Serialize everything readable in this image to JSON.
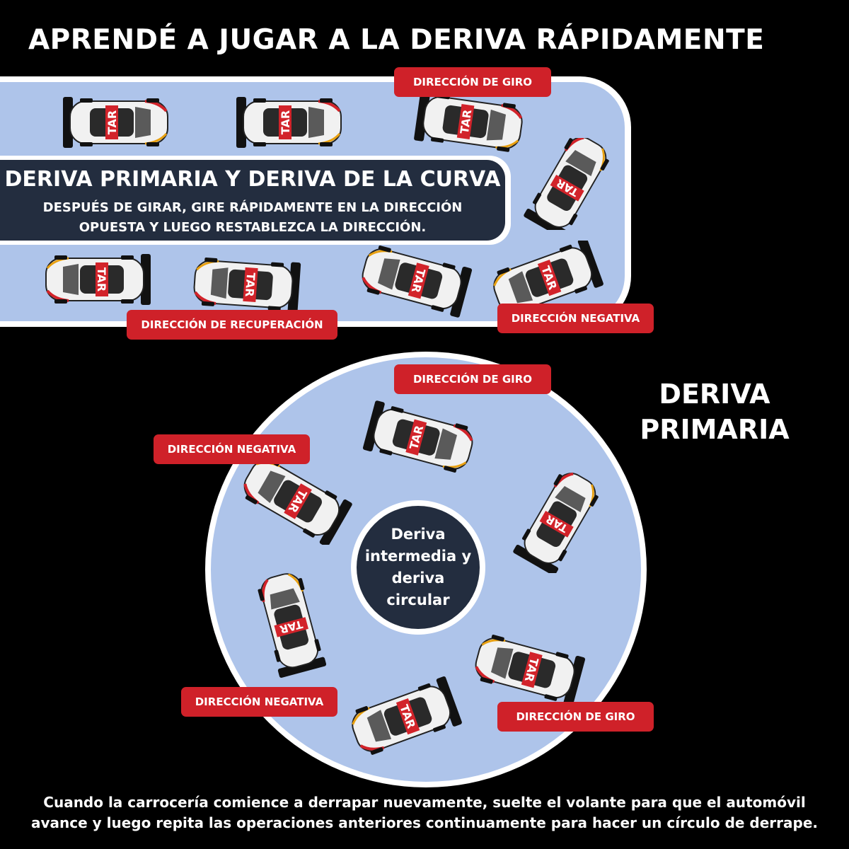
{
  "title": "APRENDÉ A JUGAR A LA DERIVA RÁPIDAMENTE",
  "primary_curve": {
    "heading": "DERIVA PRIMARIA Y DERIVA DE LA CURVA",
    "description_line1": "DESPUÉS DE GIRAR, GIRE RÁPIDAMENTE EN LA DIRECCIÓN",
    "description_line2": "OPUESTA Y LUEGO RESTABLEZCA LA DIRECCIÓN."
  },
  "top_labels": {
    "turn": "DIRECCIÓN DE GIRO",
    "recovery": "DIRECCIÓN DE RECUPERACIÓN",
    "negative": "DIRECCIÓN NEGATIVA"
  },
  "circle_labels": {
    "turn_top": "DIRECCIÓN DE GIRO",
    "negative_left": "DIRECCIÓN NEGATIVA",
    "negative_bottom": "DIRECCIÓN NEGATIVA",
    "turn_bottom": "DIRECCIÓN DE GIRO"
  },
  "hub_text": "Deriva intermedia y deriva circular",
  "side_label": "DERIVA PRIMARIA",
  "footer_line1": "Cuando la carrocería comience a derrapar nuevamente, suelte el volante para que el automóvil",
  "footer_line2": "avance y luego repita las operaciones anteriores continuamente para hacer un círculo de derrape.",
  "car_livery": "TAR",
  "colors": {
    "background": "#000000",
    "track": "#aec4ea",
    "panel": "#232d3f",
    "label_red": "#cf2129",
    "white": "#ffffff"
  }
}
